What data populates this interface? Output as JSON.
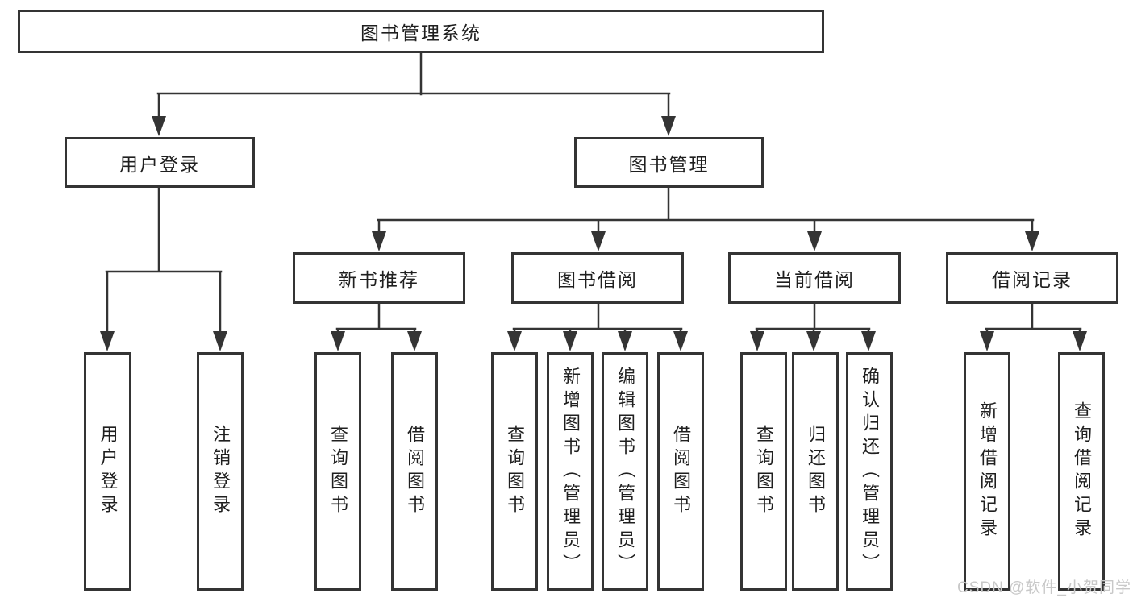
{
  "diagram_title": "图书管理系统",
  "tree": {
    "root": "图书管理系统",
    "children": [
      {
        "label": "用户登录",
        "children": [
          "用户登录",
          "注销登录"
        ]
      },
      {
        "label": "图书管理",
        "children": [
          {
            "label": "新书推荐",
            "children": [
              "查询图书",
              "借阅图书"
            ]
          },
          {
            "label": "图书借阅",
            "children": [
              "查询图书",
              "新增图书（管理员）",
              "编辑图书（管理员）",
              "借阅图书"
            ]
          },
          {
            "label": "当前借阅",
            "children": [
              "查询图书",
              "归还图书",
              "确认归还（管理员）"
            ]
          },
          {
            "label": "借阅记录",
            "children": [
              "新增借阅记录",
              "查询借阅记录"
            ]
          }
        ]
      }
    ]
  },
  "watermark": "CSDN @软件_小贺同学",
  "colors": {
    "line": "#343434",
    "text": "#1f1f1f",
    "watermark": "#c8c8c8",
    "background": "#ffffff"
  }
}
